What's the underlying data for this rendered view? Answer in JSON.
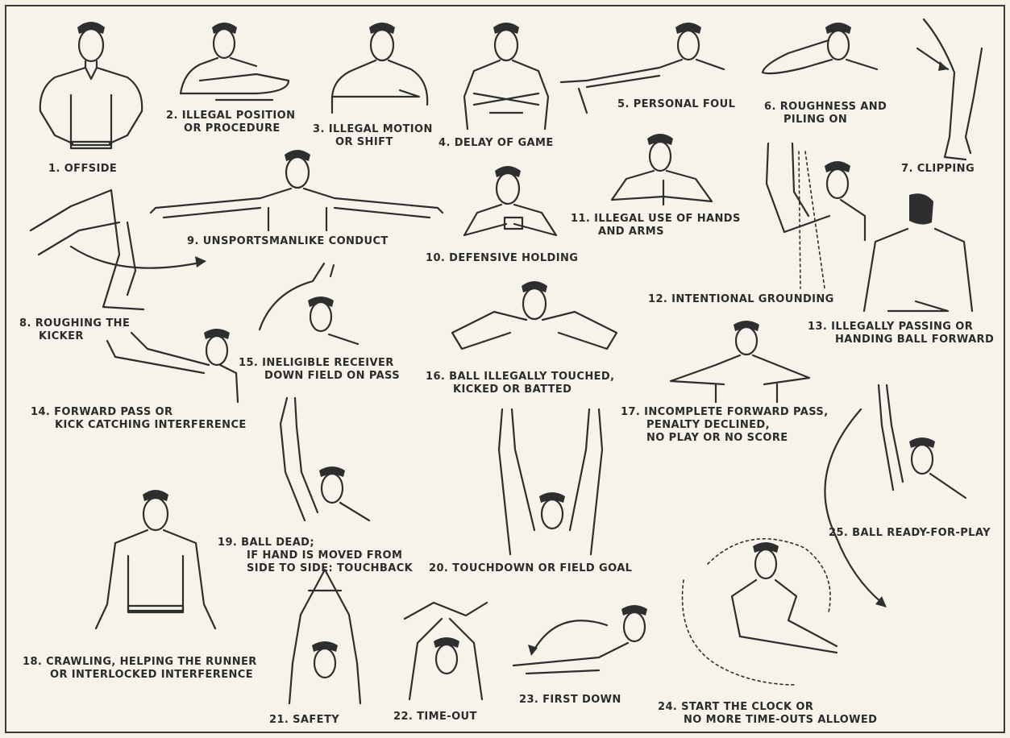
{
  "signals": [
    {
      "lines": [
        "1. OFFSIDE"
      ]
    },
    {
      "lines": [
        "2. ILLEGAL POSITION",
        "OR PROCEDURE"
      ]
    },
    {
      "lines": [
        "3. ILLEGAL MOTION",
        "OR SHIFT"
      ]
    },
    {
      "lines": [
        "4. DELAY OF GAME"
      ]
    },
    {
      "lines": [
        "5. PERSONAL FOUL"
      ]
    },
    {
      "lines": [
        "6. ROUGHNESS AND",
        "PILING ON"
      ]
    },
    {
      "lines": [
        "7. CLIPPING"
      ]
    },
    {
      "lines": [
        "8. ROUGHING THE",
        "KICKER"
      ]
    },
    {
      "lines": [
        "9. UNSPORTSMANLIKE CONDUCT"
      ]
    },
    {
      "lines": [
        "10. DEFENSIVE HOLDING"
      ]
    },
    {
      "lines": [
        "11. ILLEGAL USE OF HANDS",
        "AND ARMS"
      ]
    },
    {
      "lines": [
        "12. INTENTIONAL GROUNDING"
      ]
    },
    {
      "lines": [
        "13. ILLEGALLY PASSING OR",
        "HANDING BALL FORWARD"
      ]
    },
    {
      "lines": [
        "14. FORWARD PASS OR",
        "KICK CATCHING INTERFERENCE"
      ]
    },
    {
      "lines": [
        "15. INELIGIBLE RECEIVER",
        "DOWN FIELD ON PASS"
      ]
    },
    {
      "lines": [
        "16. BALL ILLEGALLY TOUCHED,",
        "KICKED OR BATTED"
      ]
    },
    {
      "lines": [
        "17. INCOMPLETE FORWARD PASS,",
        "PENALTY DECLINED,",
        "NO PLAY OR NO SCORE"
      ]
    },
    {
      "lines": [
        "18. CRAWLING, HELPING THE RUNNER",
        "OR INTERLOCKED INTERFERENCE"
      ]
    },
    {
      "lines": [
        "19. BALL DEAD;",
        "IF HAND IS MOVED FROM",
        "SIDE TO SIDE: TOUCHBACK"
      ]
    },
    {
      "lines": [
        "20. TOUCHDOWN OR FIELD GOAL"
      ]
    },
    {
      "lines": [
        "21. SAFETY"
      ]
    },
    {
      "lines": [
        "22. TIME-OUT"
      ]
    },
    {
      "lines": [
        "23. FIRST DOWN"
      ]
    },
    {
      "lines": [
        "24. START THE CLOCK OR",
        "NO MORE TIME-OUTS ALLOWED"
      ]
    },
    {
      "lines": [
        "25. BALL READY-FOR-PLAY"
      ]
    }
  ]
}
